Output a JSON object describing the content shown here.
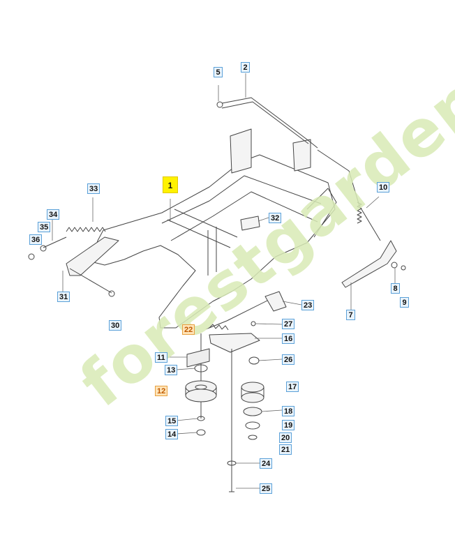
{
  "watermark": "forestgarden.com",
  "colors": {
    "callout_border": "#5aa0d8",
    "callout_fill": "#eaf4fc",
    "highlight_yellow": "#fff200",
    "highlight_orange": "#e8a040",
    "line": "#444444"
  },
  "callouts": [
    {
      "id": "c1",
      "label": "1"
    },
    {
      "id": "c2",
      "label": "2"
    },
    {
      "id": "c5",
      "label": "5"
    },
    {
      "id": "c7",
      "label": "7"
    },
    {
      "id": "c8",
      "label": "8"
    },
    {
      "id": "c9",
      "label": "9"
    },
    {
      "id": "c10",
      "label": "10"
    },
    {
      "id": "c11",
      "label": "11"
    },
    {
      "id": "c12",
      "label": "12"
    },
    {
      "id": "c13",
      "label": "13"
    },
    {
      "id": "c14",
      "label": "14"
    },
    {
      "id": "c15",
      "label": "15"
    },
    {
      "id": "c16",
      "label": "16"
    },
    {
      "id": "c17",
      "label": "17"
    },
    {
      "id": "c18",
      "label": "18"
    },
    {
      "id": "c19",
      "label": "19"
    },
    {
      "id": "c20",
      "label": "20"
    },
    {
      "id": "c21",
      "label": "21"
    },
    {
      "id": "c22",
      "label": "22"
    },
    {
      "id": "c23",
      "label": "23"
    },
    {
      "id": "c24",
      "label": "24"
    },
    {
      "id": "c25",
      "label": "25"
    },
    {
      "id": "c26",
      "label": "26"
    },
    {
      "id": "c27",
      "label": "27"
    },
    {
      "id": "c30",
      "label": "30"
    },
    {
      "id": "c31",
      "label": "31"
    },
    {
      "id": "c32",
      "label": "32"
    },
    {
      "id": "c33",
      "label": "33"
    },
    {
      "id": "c34",
      "label": "34"
    },
    {
      "id": "c35",
      "label": "35"
    },
    {
      "id": "c36",
      "label": "36"
    }
  ]
}
